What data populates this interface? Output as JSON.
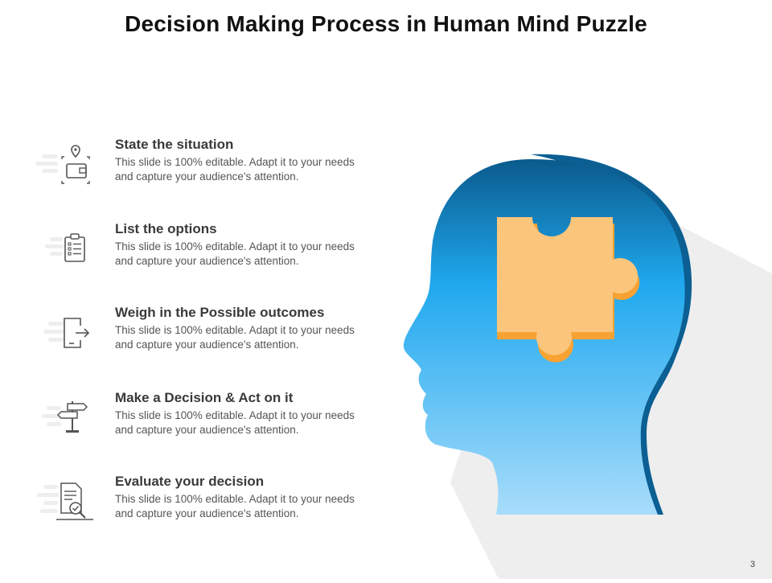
{
  "slide": {
    "title": "Decision Making Process in Human Mind Puzzle",
    "page_number": "3"
  },
  "items": [
    {
      "icon": "wallet-location-icon",
      "heading": "State the situation",
      "text": "This slide is 100% editable. Adapt it to your needs and capture your audience's attention."
    },
    {
      "icon": "clipboard-checklist-icon",
      "heading": "List the options",
      "text": "This slide is 100% editable. Adapt it to your needs and capture your audience's attention."
    },
    {
      "icon": "door-exit-icon",
      "heading": "Weigh in the Possible outcomes",
      "text": "This slide is 100% editable. Adapt it to your needs and capture your audience's attention."
    },
    {
      "icon": "signpost-icon",
      "heading": "Make a Decision & Act on it",
      "text": "This slide is 100% editable. Adapt it to your needs and capture your audience's attention."
    },
    {
      "icon": "document-search-check-icon",
      "heading": "Evaluate your decision",
      "text": "This slide is 100% editable. Adapt it to your needs and capture your audience's attention."
    }
  ],
  "colors": {
    "head_top": "#0a5a8c",
    "head_mid": "#1fa8ee",
    "head_bottom": "#a8ddfb",
    "head_outline": "#0b5f93",
    "puzzle_face": "#fcc57c",
    "puzzle_side": "#f7a233",
    "icon_gray": "#555555",
    "shadow": "#eeeeee"
  }
}
